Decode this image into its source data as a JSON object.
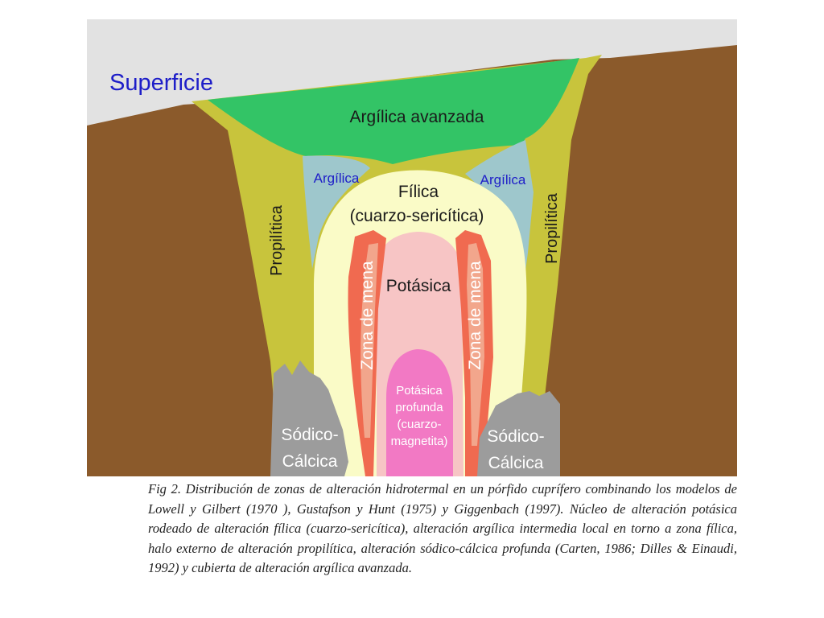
{
  "colors": {
    "sky": "#e2e2e2",
    "rock": "#8b5a2b",
    "propilitica": "#c8c43c",
    "argilica_avanzada": "#33c466",
    "argilica": "#9ec7cc",
    "filica": "#fafbc7",
    "potasica": "#f7c5c5",
    "zona_de_mena": "#f06a50",
    "zona_de_mena_core": "#f2a68c",
    "potasica_profunda": "#f279c4",
    "sodico_calcica": "#9c9c9c",
    "label_blue": "#1e1ec8",
    "label_dark": "#1a1a1a",
    "label_white": "#ffffff"
  },
  "labels": {
    "superficie": "Superficie",
    "argilica_avanzada": "Argílica avanzada",
    "argilica_left": "Argílica",
    "argilica_right": "Argílica",
    "filica_1": "Fílica",
    "filica_2": "(cuarzo-sericítica)",
    "propilitica_left": "Propilítica",
    "propilitica_right": "Propilítica",
    "potasica": "Potásica",
    "zona_mena_left": "Zona de mena",
    "zona_mena_right": "Zona de mena",
    "potasica_profunda_1": "Potásica",
    "potasica_profunda_2": "profunda",
    "potasica_profunda_3": "(cuarzo-",
    "potasica_profunda_4": "magnetita)",
    "sodico_left_1": "Sódico-",
    "sodico_left_2": "Cálcica",
    "sodico_right_1": "Sódico-",
    "sodico_right_2": "Cálcica"
  },
  "caption": "Fig 2.  Distribución de zonas de alteración hidrotermal en un pórfido cuprífero combinando los modelos de Lowell y Gilbert (1970 ), Gustafson y Hunt (1975) y Giggenbach (1997).  Núcleo de alteración potásica rodeado de alteración fílica (cuarzo-sericítica), alteración argílica intermedia local en torno a zona fílica, halo externo de alteración propilítica, alteración sódico-cálcica profunda (Carten, 1986; Dilles & Einaudi, 1992) y cubierta de alteración argílica avanzada."
}
